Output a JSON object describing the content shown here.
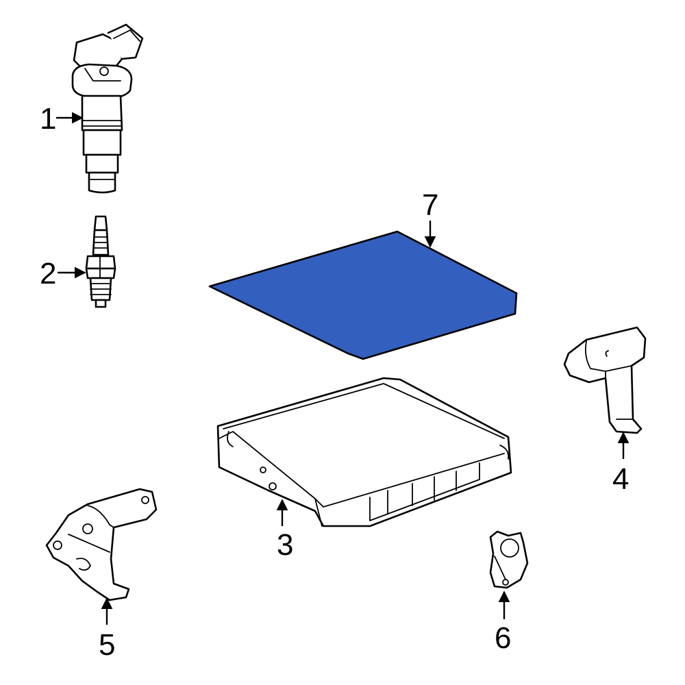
{
  "colors": {
    "highlight": "#335fbf",
    "outline": "#000000",
    "background": "#ffffff"
  },
  "callouts": [
    {
      "number": "1",
      "part": "ignition-coil"
    },
    {
      "number": "2",
      "part": "spark-plug"
    },
    {
      "number": "3",
      "part": "engine-control-module"
    },
    {
      "number": "4",
      "part": "bracket-right"
    },
    {
      "number": "5",
      "part": "bracket-left"
    },
    {
      "number": "6",
      "part": "small-bracket"
    },
    {
      "number": "7",
      "part": "cover-highlighted"
    }
  ]
}
